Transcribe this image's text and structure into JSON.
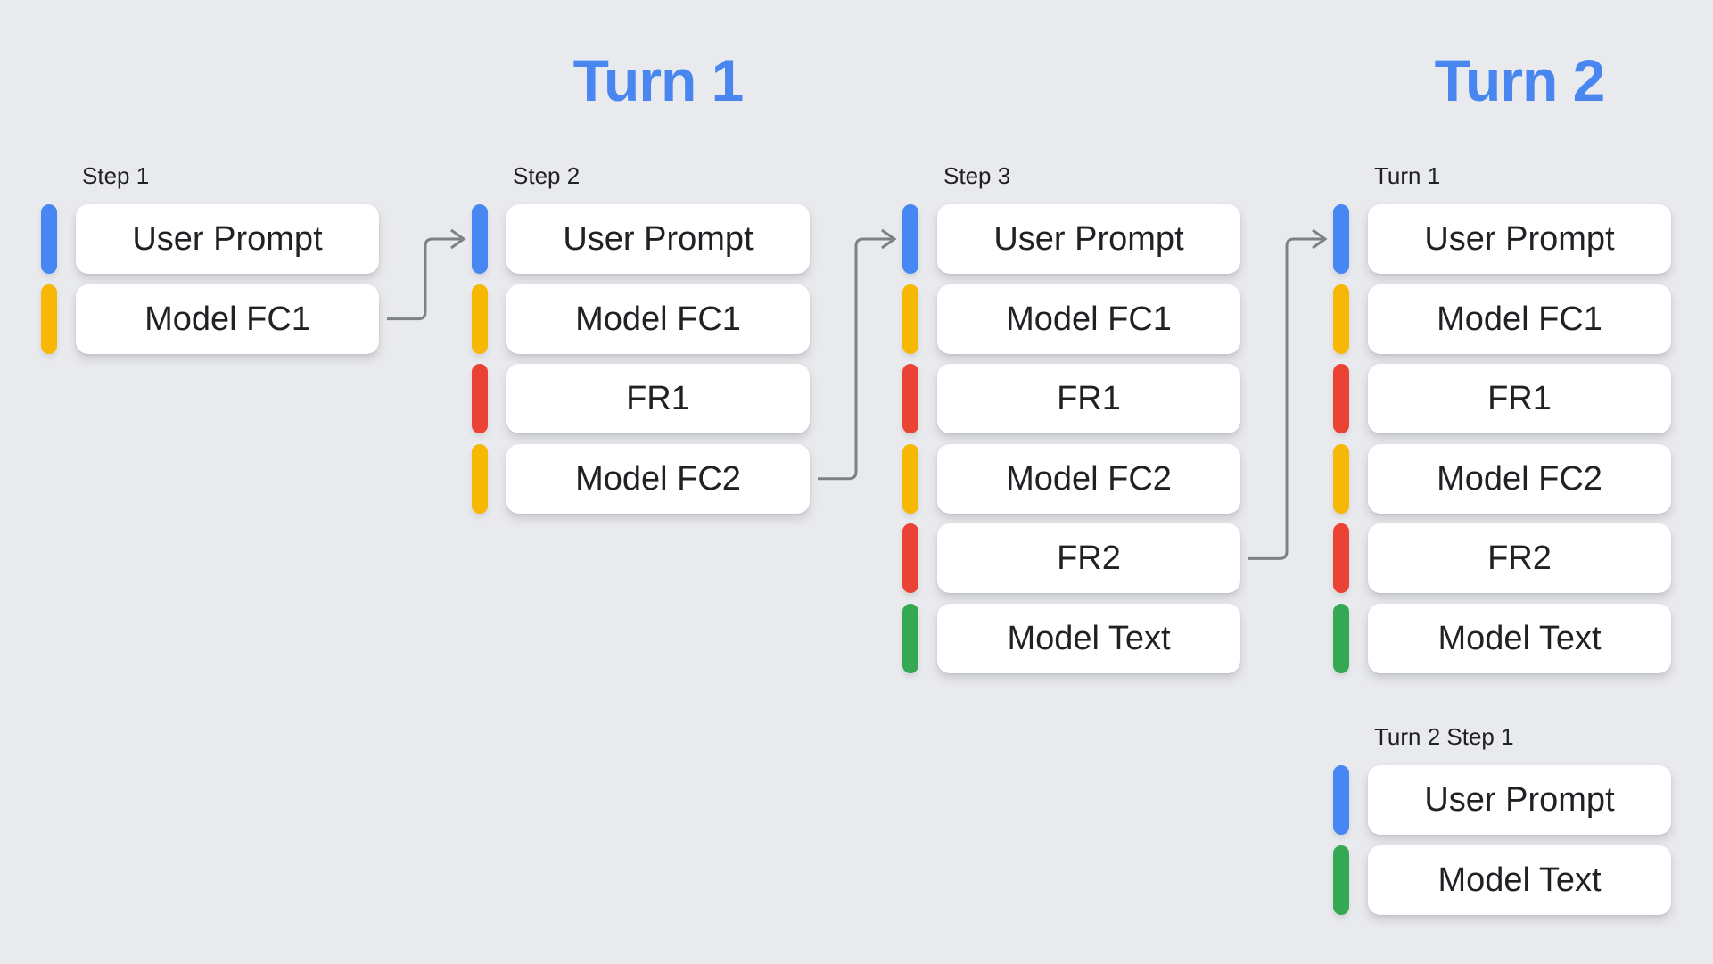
{
  "headers": [
    {
      "label": "Turn 1"
    },
    {
      "label": "Turn 2"
    }
  ],
  "columns": [
    {
      "label": "Step 1",
      "items": [
        {
          "text": "User Prompt",
          "type": "user_prompt"
        },
        {
          "text": "Model FC1",
          "type": "model_function_call"
        }
      ]
    },
    {
      "label": "Step 2",
      "items": [
        {
          "text": "User Prompt",
          "type": "user_prompt"
        },
        {
          "text": "Model FC1",
          "type": "model_function_call"
        },
        {
          "text": "FR1",
          "type": "function_response"
        },
        {
          "text": "Model FC2",
          "type": "model_function_call"
        }
      ]
    },
    {
      "label": "Step 3",
      "items": [
        {
          "text": "User Prompt",
          "type": "user_prompt"
        },
        {
          "text": "Model FC1",
          "type": "model_function_call"
        },
        {
          "text": "FR1",
          "type": "function_response"
        },
        {
          "text": "Model FC2",
          "type": "model_function_call"
        },
        {
          "text": "FR2",
          "type": "function_response"
        },
        {
          "text": "Model Text",
          "type": "model_text"
        }
      ]
    },
    {
      "label": "Turn 1",
      "items": [
        {
          "text": "User Prompt",
          "type": "user_prompt"
        },
        {
          "text": "Model FC1",
          "type": "model_function_call"
        },
        {
          "text": "FR1",
          "type": "function_response"
        },
        {
          "text": "Model FC2",
          "type": "model_function_call"
        },
        {
          "text": "FR2",
          "type": "function_response"
        },
        {
          "text": "Model Text",
          "type": "model_text"
        }
      ]
    },
    {
      "label": "Turn 2 Step 1",
      "items": [
        {
          "text": "User Prompt",
          "type": "user_prompt"
        },
        {
          "text": "Model Text",
          "type": "model_text"
        }
      ]
    }
  ],
  "arrows": [
    {
      "from": {
        "col": 0,
        "row": 1
      },
      "to": {
        "col": 1,
        "row": 0
      }
    },
    {
      "from": {
        "col": 1,
        "row": 3
      },
      "to": {
        "col": 2,
        "row": 0
      }
    },
    {
      "from": {
        "col": 2,
        "row": 4
      },
      "to": {
        "col": 3,
        "row": 0
      }
    }
  ],
  "colors": {
    "user_prompt": "#4787F3",
    "model_function_call": "#F6B705",
    "function_response": "#EA4335",
    "model_text": "#34A853",
    "header": "#4A86F0",
    "arrow": "#7D8185",
    "background": "#E9EAEE",
    "box": "#FFFFFF",
    "text": "#1F2125",
    "label": "#202124"
  }
}
